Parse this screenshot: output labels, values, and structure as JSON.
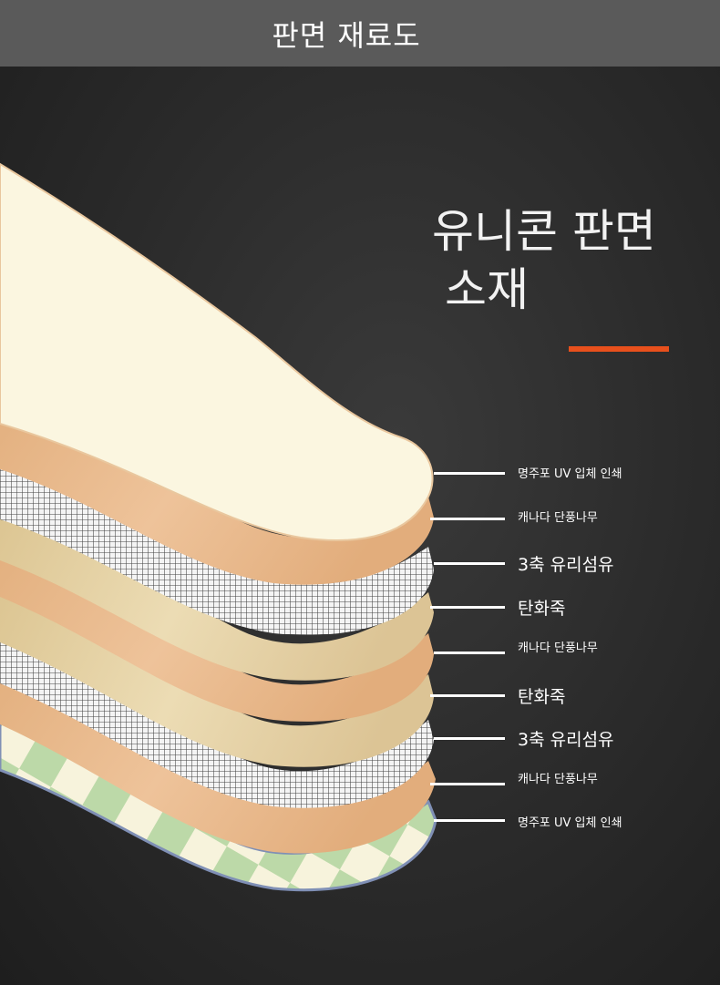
{
  "header": {
    "title": "판면 재료도"
  },
  "headline": {
    "line1": "유니콘 판면",
    "line2": "소재"
  },
  "colors": {
    "accent": "#e8501c",
    "topbar": "#5a5a5a",
    "print_layer": "#fbf6e0",
    "maple": "#e8b98a",
    "bamboo": "#e6d3a8",
    "glass_fiber": "#f2f2f2",
    "bottom_green": "#bcd9a8"
  },
  "layers": [
    {
      "label": "명주포 UV 입체 인쇄",
      "size": "small"
    },
    {
      "label": "캐나다 단풍나무",
      "size": "small"
    },
    {
      "label": "3축 유리섬유",
      "size": "big"
    },
    {
      "label": "탄화죽",
      "size": "big"
    },
    {
      "label": "캐나다 단풍나무",
      "size": "small"
    },
    {
      "label": "탄화죽",
      "size": "big"
    },
    {
      "label": "3축 유리섬유",
      "size": "big"
    },
    {
      "label": "캐나다 단풍나무",
      "size": "small"
    },
    {
      "label": "명주포 UV 입체 인쇄",
      "size": "small"
    }
  ]
}
